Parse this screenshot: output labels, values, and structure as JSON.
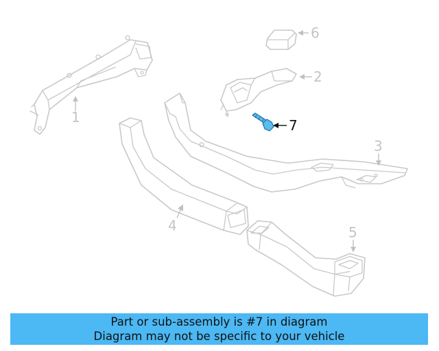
{
  "diagram": {
    "callouts": {
      "c1": "1",
      "c2": "2",
      "c3": "3",
      "c4": "4",
      "c5": "5",
      "c6": "6",
      "c7": "7"
    },
    "highlighted_part": "7",
    "colors": {
      "highlight_fill": "#5bbcf0",
      "line_art": "#c8c8c8",
      "banner": "#4cb8f4"
    }
  },
  "banner": {
    "line1": "Part or sub-assembly is #7 in diagram",
    "line2": "Diagram may not be specific to your vehicle"
  }
}
